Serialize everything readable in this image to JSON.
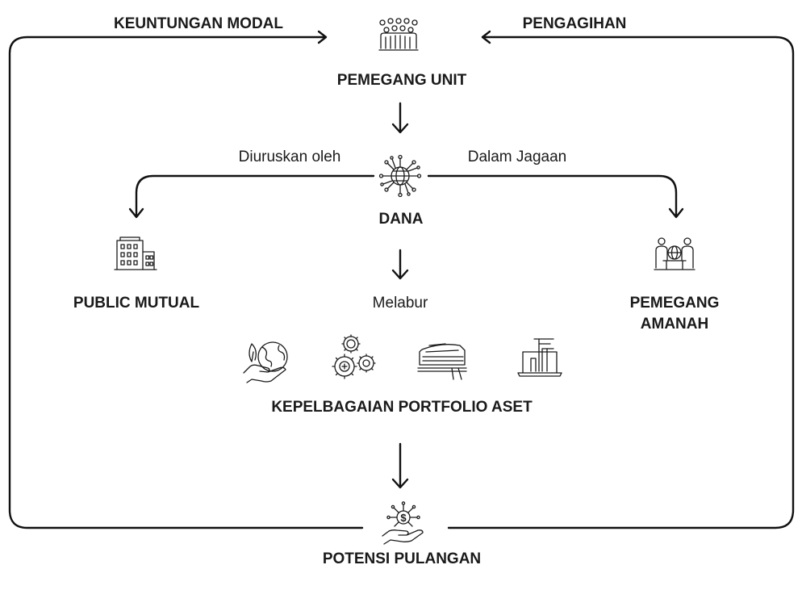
{
  "top_left_label": "KEUNTUNGAN MODAL",
  "top_right_label": "PENGAGIHAN",
  "nodes": {
    "unit_holders": {
      "label": "PEMEGANG UNIT",
      "icon": "people-group-icon"
    },
    "fund": {
      "label": "DANA",
      "icon": "globe-network-icon"
    },
    "manager": {
      "label": "PUBLIC MUTUAL",
      "icon": "office-building-icon"
    },
    "trustee": {
      "label_line1": "PEMEGANG",
      "label_line2": "AMANAH",
      "icon": "meeting-icon"
    },
    "portfolio": {
      "label": "KEPELBAGAIAN PORTFOLIO ASET"
    },
    "returns": {
      "label": "POTENSI PULANGAN",
      "icon": "hand-money-icon"
    }
  },
  "edge_labels": {
    "managed_by": "Diuruskan oleh",
    "custody": "Dalam Jagaan",
    "invest": "Melabur"
  },
  "portfolio_icons": [
    "hand-globe-icon",
    "gears-icon",
    "train-icon",
    "laptop-chart-icon"
  ]
}
